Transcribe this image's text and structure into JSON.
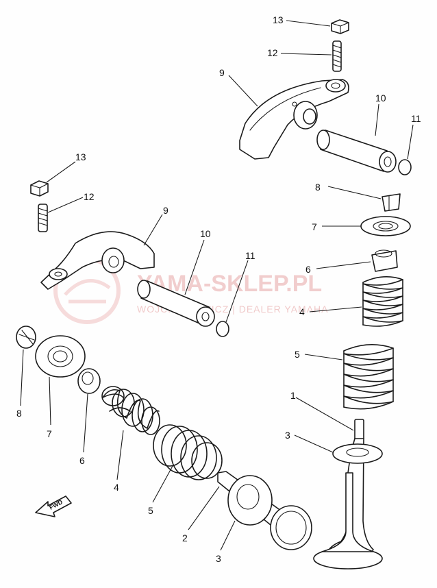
{
  "watermark": {
    "title": "YAMA-SKLEP.PL",
    "subtitle": "WOJCIECHOWICZ | DEALER YAMAHA"
  },
  "fwd_label": "FWD",
  "labels": {
    "p13a": "13",
    "p12a": "12",
    "p9a": "9",
    "p10a": "10",
    "p11a": "11",
    "p8a": "8",
    "p7a": "7",
    "p6a": "6",
    "p4a": "4",
    "p5a": "5",
    "p1a": "1",
    "p3a": "3",
    "p13b": "13",
    "p12b": "12",
    "p9b": "9",
    "p10b": "10",
    "p11b": "11",
    "p8b": "8",
    "p7b": "7",
    "p6b": "6",
    "p4b": "4",
    "p5b": "5",
    "p2b": "2",
    "p3b": "3"
  }
}
